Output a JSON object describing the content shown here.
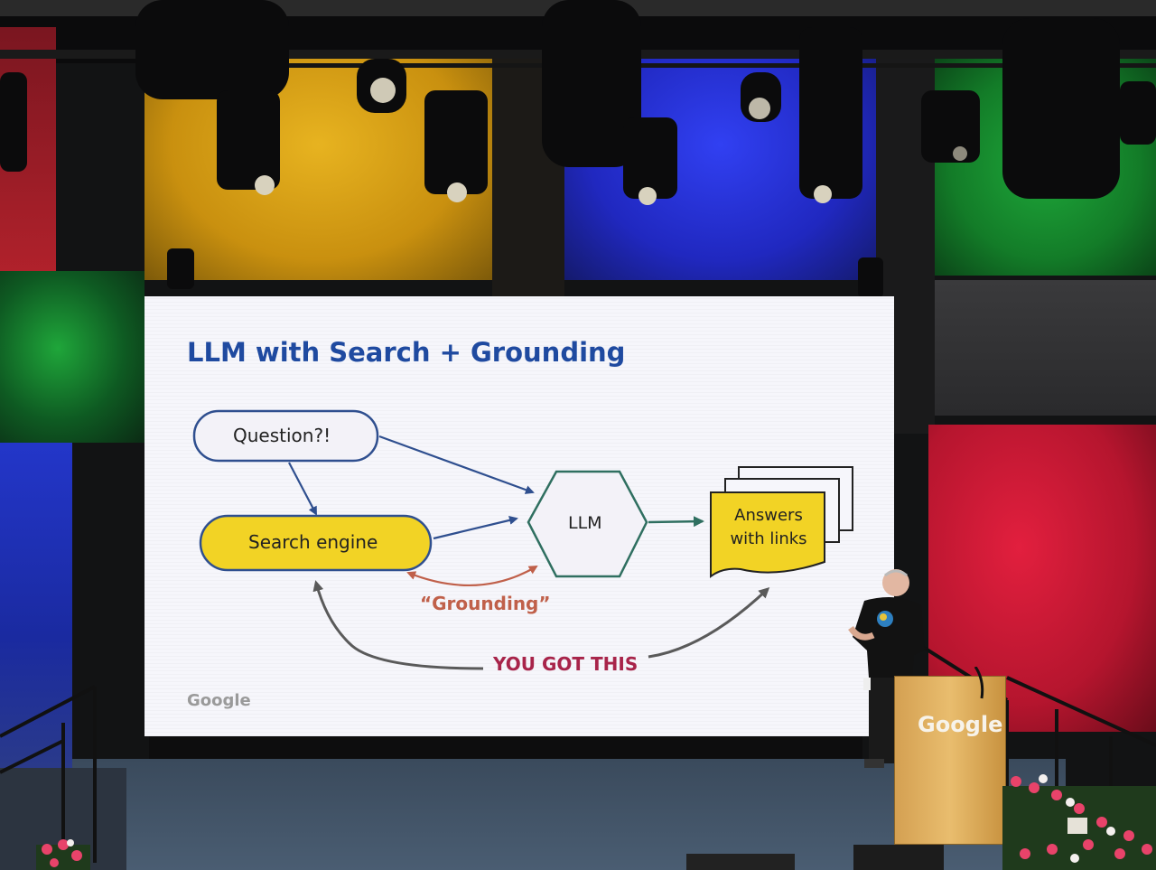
{
  "slide": {
    "title": "LLM with Search + Grounding",
    "nodes": {
      "question": "Question?!",
      "search_engine": "Search engine",
      "llm": "LLM",
      "answers_line1": "Answers",
      "answers_line2": "with links"
    },
    "labels": {
      "grounding": "“Grounding”",
      "you_got_this": "YOU GOT THIS"
    },
    "footer_logo": "Google"
  },
  "podium": {
    "logo": "Google"
  },
  "colors": {
    "title_blue": "#1f4aa0",
    "search_engine_fill": "#f2d325",
    "answers_fill": "#f2d325",
    "grounding_red": "#c0604a",
    "you_got_this_red": "#a8244a",
    "arrow_blue": "#2f4f8f",
    "arrow_gray": "#5a5a5a",
    "llm_arrow_teal": "#2f6f60"
  }
}
